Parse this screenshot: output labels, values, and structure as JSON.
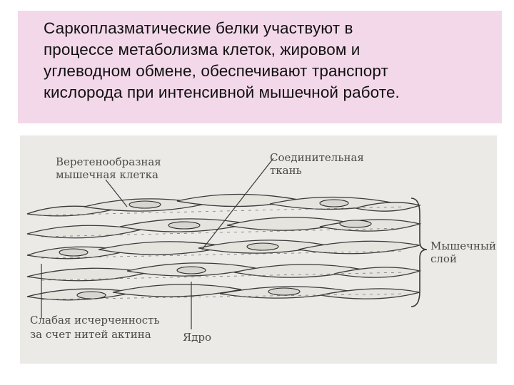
{
  "slide": {
    "text_lines": [
      "Саркоплазматические белки участвуют в",
      "процессе метаболизма клеток, жировом и",
      "углеводном обмене, обеспечивают транспорт",
      "кислорода при интенсивной мышечной работе."
    ]
  },
  "figure": {
    "labels": {
      "spindle_cell_1": "Веретенообразная",
      "spindle_cell_2": "мышечная клетка",
      "connective_1": "Соединительная",
      "connective_2": "ткань",
      "muscle_layer_1": "Мышечный",
      "muscle_layer_2": "слой",
      "striation_1": "Слабая исчерченность",
      "striation_2": "за счет нитей актина",
      "nucleus": "Ядро"
    }
  }
}
